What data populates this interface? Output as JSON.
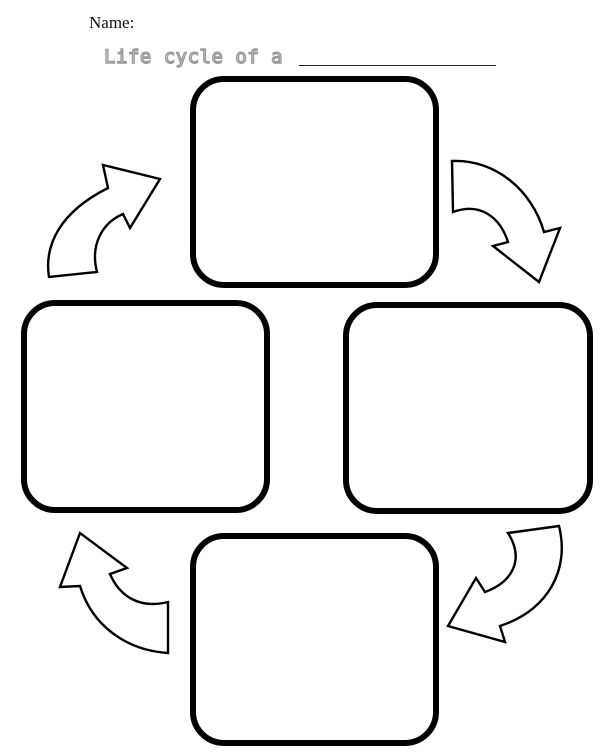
{
  "worksheet": {
    "name_label": "Name:",
    "title": "Life cycle of a",
    "title_blank": ""
  },
  "stages": [
    {
      "position": "top",
      "content": ""
    },
    {
      "position": "right",
      "content": ""
    },
    {
      "position": "bottom",
      "content": ""
    },
    {
      "position": "left",
      "content": ""
    }
  ],
  "arrows": [
    {
      "position": "top-right",
      "direction": "clockwise",
      "icon": "curved-arrow-down-right-icon"
    },
    {
      "position": "bottom-right",
      "direction": "clockwise",
      "icon": "curved-arrow-down-left-icon"
    },
    {
      "position": "bottom-left",
      "direction": "clockwise",
      "icon": "curved-arrow-up-left-icon"
    },
    {
      "position": "top-left",
      "direction": "clockwise",
      "icon": "curved-arrow-up-right-icon"
    }
  ],
  "colors": {
    "outline": "#000000",
    "title_dots": "#9a9a9a",
    "background": "#ffffff"
  }
}
